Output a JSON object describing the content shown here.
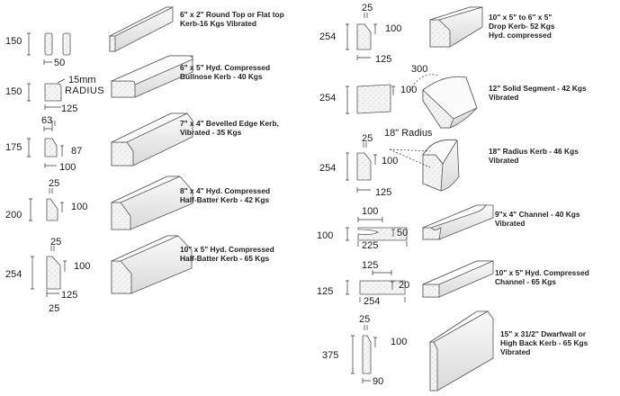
{
  "products": [
    {
      "id": "round-top",
      "lines": [
        "6\" x 2\" Round Top or Flat top",
        "Kerb-16 Kgs Vibrated"
      ],
      "dims": {
        "height": "150",
        "width": "50"
      }
    },
    {
      "id": "bullnose",
      "lines": [
        "6\" x 5\" Hyd. Compressed",
        "Bullnose Kerb - 40 Kgs"
      ],
      "dims": {
        "height": "150",
        "width": "125",
        "radius": "15mm",
        "radius_word": "RADIUS"
      }
    },
    {
      "id": "bevelled",
      "lines": [
        "7\" x 4\" Bevelled Edge Kerb,",
        "Vibrated - 35 Kgs"
      ],
      "dims": {
        "height": "175",
        "top": "63",
        "side": "87",
        "width": "100"
      }
    },
    {
      "id": "half-batter-8",
      "lines": [
        "8\" x 4\" Hyd. Compressed",
        "Half-Batter Kerb - 42 Kgs"
      ],
      "dims": {
        "height": "200",
        "top": "25",
        "side": "100"
      }
    },
    {
      "id": "half-batter-10",
      "lines": [
        "10\" x 5\" Hyd. Compressed",
        "Half-Batter Kerb - 65 Kgs"
      ],
      "dims": {
        "height": "254",
        "top": "25",
        "side": "100",
        "width": "125",
        "bottom": "25"
      }
    },
    {
      "id": "drop-kerb",
      "lines": [
        "10\" x 5\" to 6\" x 5\"",
        "Drop Kerb- 52 Kgs",
        "Hyd. compressed"
      ],
      "dims": {
        "height": "254",
        "top": "25",
        "side": "100",
        "width": "125"
      }
    },
    {
      "id": "solid-segment",
      "lines": [
        "12\" Solid Segment - 42 Kgs",
        "Vibrated"
      ],
      "dims": {
        "height": "254",
        "radius": "300",
        "side": "100"
      }
    },
    {
      "id": "radius-kerb",
      "lines": [
        "18\" Radius Kerb - 46 Kgs",
        "Vibrated"
      ],
      "dims": {
        "height": "254",
        "top": "25",
        "side": "100",
        "width": "125",
        "radius_label": "18\" Radius"
      }
    },
    {
      "id": "channel-9",
      "lines": [
        "9\"x 4\" Channel - 40 Kgs",
        "Vibrated"
      ],
      "dims": {
        "height": "100",
        "top": "100",
        "side": "50",
        "width": "225"
      }
    },
    {
      "id": "channel-10",
      "lines": [
        "10\" x 5\" Hyd. Compressed",
        "Channel - 65 Kgs"
      ],
      "dims": {
        "height": "125",
        "top": "125",
        "side": "20",
        "width": "254"
      }
    },
    {
      "id": "dwarfwall",
      "lines": [
        "15\" x 31/2\" Dwarfwall or",
        "High Back Kerb - 65 Kgs",
        "Vibrated"
      ],
      "dims": {
        "height": "375",
        "top": "25",
        "side": "100",
        "width": "90"
      }
    }
  ],
  "colors": {
    "stone": "#eeeeee",
    "stone_dark": "#d6d6d6",
    "outline": "#555555",
    "speckle": "#9a9a9a"
  }
}
